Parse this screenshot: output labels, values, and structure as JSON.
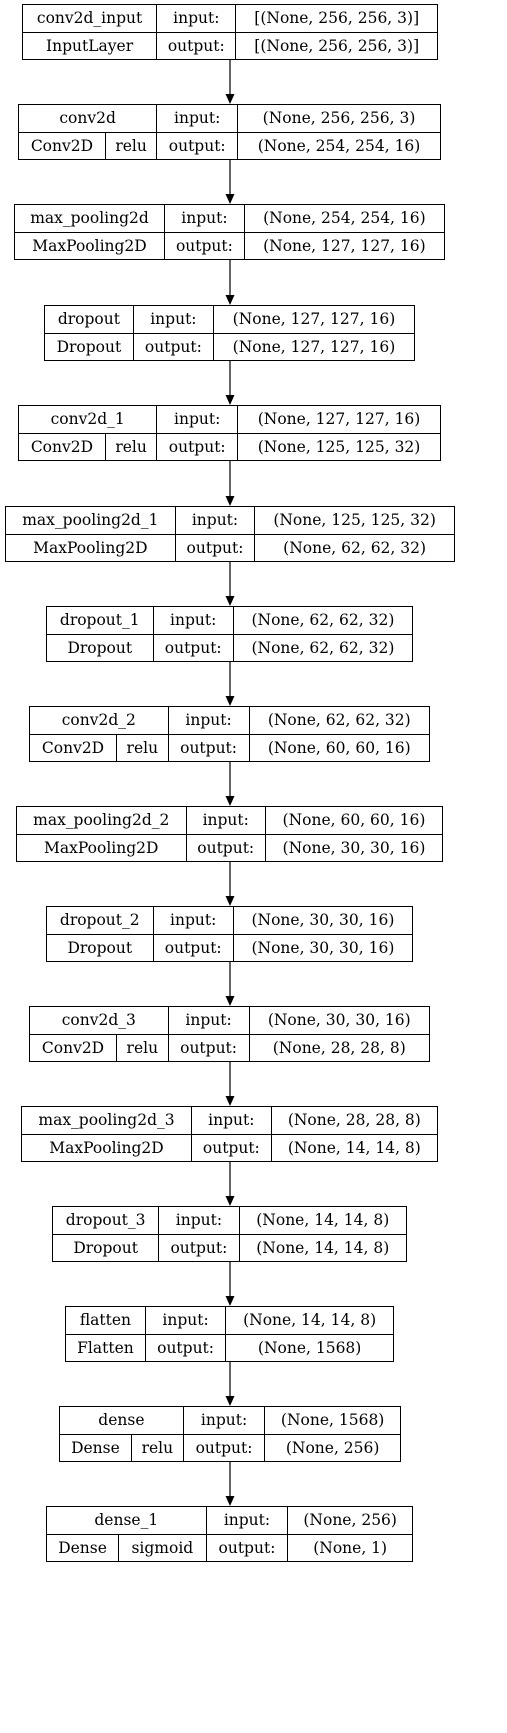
{
  "layers": [
    {
      "name": "conv2d_input",
      "type": "InputLayer",
      "activation": "",
      "in_label": "input:",
      "in_shape": "[(None, 256, 256, 3)]",
      "out_label": "output:",
      "out_shape": "[(None, 256, 256, 3)]"
    },
    {
      "name": "conv2d",
      "type": "Conv2D",
      "activation": "relu",
      "in_label": "input:",
      "in_shape": "(None, 256, 256, 3)",
      "out_label": "output:",
      "out_shape": "(None, 254, 254, 16)"
    },
    {
      "name": "max_pooling2d",
      "type": "MaxPooling2D",
      "activation": "",
      "in_label": "input:",
      "in_shape": "(None, 254, 254, 16)",
      "out_label": "output:",
      "out_shape": "(None, 127, 127, 16)"
    },
    {
      "name": "dropout",
      "type": "Dropout",
      "activation": "",
      "in_label": "input:",
      "in_shape": "(None, 127, 127, 16)",
      "out_label": "output:",
      "out_shape": "(None, 127, 127, 16)"
    },
    {
      "name": "conv2d_1",
      "type": "Conv2D",
      "activation": "relu",
      "in_label": "input:",
      "in_shape": "(None, 127, 127, 16)",
      "out_label": "output:",
      "out_shape": "(None, 125, 125, 32)"
    },
    {
      "name": "max_pooling2d_1",
      "type": "MaxPooling2D",
      "activation": "",
      "in_label": "input:",
      "in_shape": "(None, 125, 125, 32)",
      "out_label": "output:",
      "out_shape": "(None, 62, 62, 32)"
    },
    {
      "name": "dropout_1",
      "type": "Dropout",
      "activation": "",
      "in_label": "input:",
      "in_shape": "(None, 62, 62, 32)",
      "out_label": "output:",
      "out_shape": "(None, 62, 62, 32)"
    },
    {
      "name": "conv2d_2",
      "type": "Conv2D",
      "activation": "relu",
      "in_label": "input:",
      "in_shape": "(None, 62, 62, 32)",
      "out_label": "output:",
      "out_shape": "(None, 60, 60, 16)"
    },
    {
      "name": "max_pooling2d_2",
      "type": "MaxPooling2D",
      "activation": "",
      "in_label": "input:",
      "in_shape": "(None, 60, 60, 16)",
      "out_label": "output:",
      "out_shape": "(None, 30, 30, 16)"
    },
    {
      "name": "dropout_2",
      "type": "Dropout",
      "activation": "",
      "in_label": "input:",
      "in_shape": "(None, 30, 30, 16)",
      "out_label": "output:",
      "out_shape": "(None, 30, 30, 16)"
    },
    {
      "name": "conv2d_3",
      "type": "Conv2D",
      "activation": "relu",
      "in_label": "input:",
      "in_shape": "(None, 30, 30, 16)",
      "out_label": "output:",
      "out_shape": "(None, 28, 28, 8)"
    },
    {
      "name": "max_pooling2d_3",
      "type": "MaxPooling2D",
      "activation": "",
      "in_label": "input:",
      "in_shape": "(None, 28, 28, 8)",
      "out_label": "output:",
      "out_shape": "(None, 14, 14, 8)"
    },
    {
      "name": "dropout_3",
      "type": "Dropout",
      "activation": "",
      "in_label": "input:",
      "in_shape": "(None, 14, 14, 8)",
      "out_label": "output:",
      "out_shape": "(None, 14, 14, 8)"
    },
    {
      "name": "flatten",
      "type": "Flatten",
      "activation": "",
      "in_label": "input:",
      "in_shape": "(None, 14, 14, 8)",
      "out_label": "output:",
      "out_shape": "(None, 1568)"
    },
    {
      "name": "dense",
      "type": "Dense",
      "activation": "relu",
      "in_label": "input:",
      "in_shape": "(None, 1568)",
      "out_label": "output:",
      "out_shape": "(None, 256)"
    },
    {
      "name": "dense_1",
      "type": "Dense",
      "activation": "sigmoid",
      "in_label": "input:",
      "in_shape": "(None, 256)",
      "out_label": "output:",
      "out_shape": "(None, 1)"
    }
  ]
}
